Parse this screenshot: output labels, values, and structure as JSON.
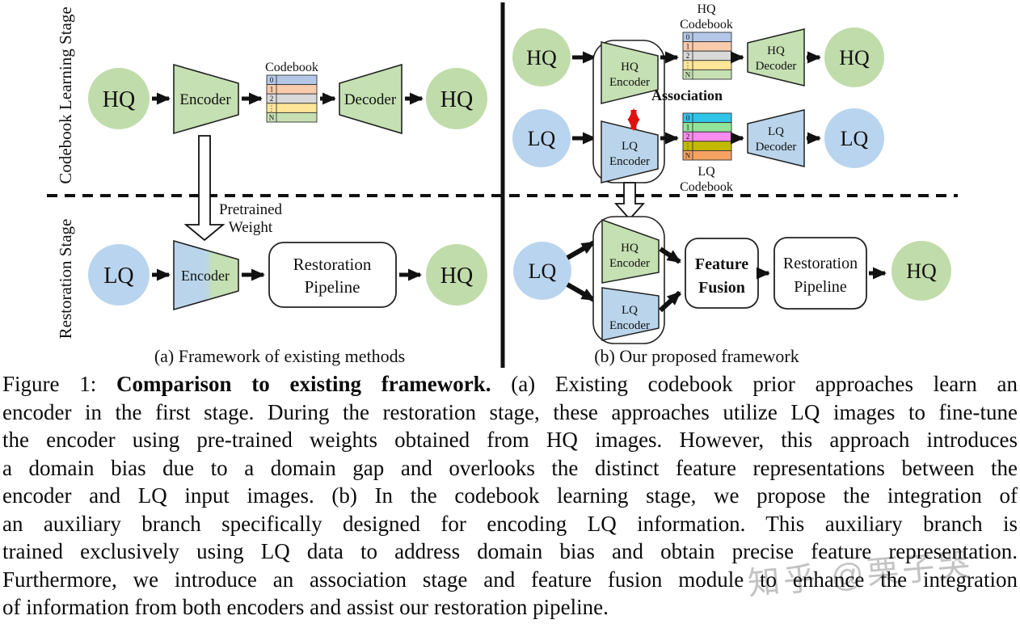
{
  "figure": {
    "stage_labels": {
      "top": "Codebook Learning Stage",
      "bottom": "Restoration Stage"
    },
    "panel_a": {
      "caption": "(a) Framework of existing methods",
      "hq_in": "HQ",
      "encoder": "Encoder",
      "codebook_title": "Codebook",
      "decoder": "Decoder",
      "hq_out": "HQ",
      "pretrained_line1": "Pretrained",
      "pretrained_line2": "Weight",
      "lq_in": "LQ",
      "encoder2": "Encoder",
      "pipeline_line1": "Restoration",
      "pipeline_line2": "Pipeline",
      "hq_out2": "HQ"
    },
    "panel_b": {
      "caption": "(b) Our proposed framework",
      "hq_in": "HQ",
      "lq_in": "LQ",
      "hq_encoder_l1": "HQ",
      "hq_encoder_l2": "Encoder",
      "lq_encoder_l1": "LQ",
      "lq_encoder_l2": "Encoder",
      "association": "Association",
      "hq_codebook_l1": "HQ",
      "hq_codebook_l2": "Codebook",
      "lq_codebook_l1": "LQ",
      "lq_codebook_l2": "Codebook",
      "hq_decoder_l1": "HQ",
      "hq_decoder_l2": "Decoder",
      "lq_decoder_l1": "LQ",
      "lq_decoder_l2": "Decoder",
      "hq_out": "HQ",
      "lq_out": "LQ",
      "lq_in2": "LQ",
      "b_hq_encoder_l1": "HQ",
      "b_hq_encoder_l2": "Encoder",
      "b_lq_encoder_l1": "LQ",
      "b_lq_encoder_l2": "Encoder",
      "fusion_l1": "Feature",
      "fusion_l2": "Fusion",
      "pipeline_l1": "Restoration",
      "pipeline_l2": "Pipeline",
      "hq_out2": "HQ"
    },
    "codebook_rows": [
      "0",
      "1",
      "2",
      "⋮",
      "N"
    ],
    "colors": {
      "hq_rows": [
        "#b4c7e7",
        "#f8cbad",
        "#d9d9d9",
        "#ffe699",
        "#c6e0b4"
      ],
      "lq_rows": [
        "#2fc5e8",
        "#92e39a",
        "#fb8bef",
        "#c2ba00",
        "#f5a263"
      ],
      "green_shape": "#c5e0b3",
      "blue_shape": "#bad5eb",
      "green_circle": "#c0dcaa",
      "blue_circle": "#b9d4ee",
      "accent_red": "#e01010"
    }
  },
  "caption": {
    "line1_pre": "Figure 1: ",
    "line1_bold": "Comparison to existing framework.",
    "line1_post": " (a) Existing codebook prior approaches learn an",
    "line2": "encoder in the first stage. During the restoration stage, these approaches utilize LQ images to fine-tune",
    "line3": "the encoder using pre-trained weights obtained from HQ images. However, this approach introduces",
    "line4": "a domain bias due to a domain gap and overlooks the distinct feature representations between the",
    "line5": "encoder and LQ input images. (b) In the codebook learning stage, we propose the integration of",
    "line6": "an auxiliary branch specifically designed for encoding LQ information. This auxiliary branch is",
    "line7": "trained exclusively using LQ data to address domain bias and obtain precise feature representation.",
    "line8": "Furthermore, we introduce an association stage and feature fusion module to enhance the integration",
    "line9": "of information from both encoders and assist our restoration pipeline."
  },
  "watermark": "知乎 @栗子哭"
}
